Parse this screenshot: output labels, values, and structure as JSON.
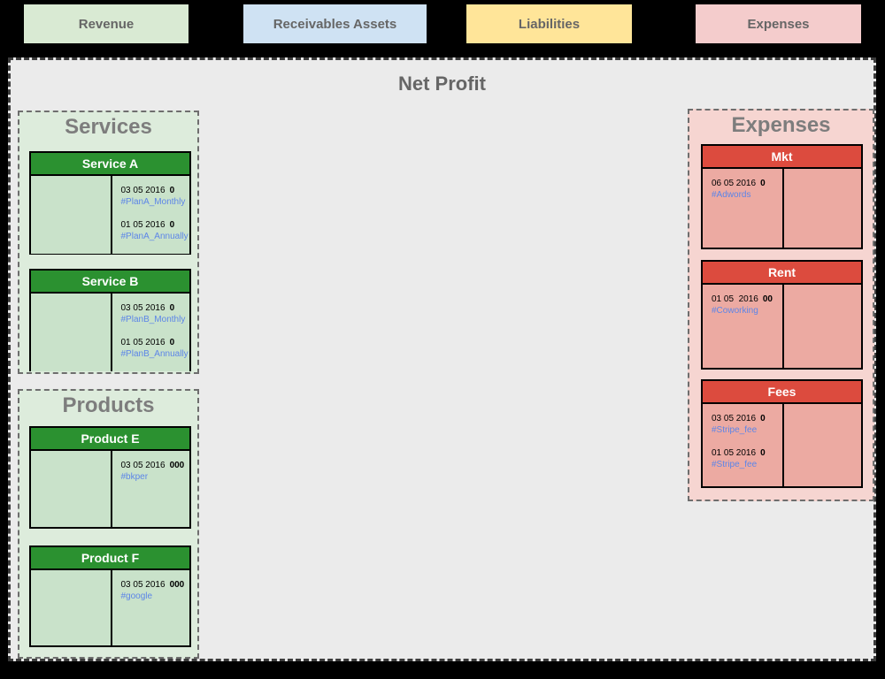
{
  "legend": {
    "items": [
      {
        "label": "Revenue",
        "color": "#d9ead3"
      },
      {
        "label": "Receivables Assets",
        "color": "#cfe2f3"
      },
      {
        "label": "Liabilities",
        "color": "#ffe599"
      },
      {
        "label": "Expenses",
        "color": "#f4cccc"
      }
    ]
  },
  "net_profit": {
    "title": "Net Profit"
  },
  "sections": {
    "services": {
      "title": "Services",
      "accounts": [
        {
          "title": "Service A",
          "side": "credit-right",
          "entries": [
            {
              "date": "03 05 2016",
              "amount": "0",
              "tag": "#PlanA_Monthly"
            },
            {
              "date": "01 05 2016",
              "amount": "0",
              "tag": "#PlanA_Annually"
            }
          ]
        },
        {
          "title": "Service B",
          "side": "credit-right",
          "entries": [
            {
              "date": "03 05 2016",
              "amount": "0",
              "tag": "#PlanB_Monthly"
            },
            {
              "date": "01 05 2016",
              "amount": "0",
              "tag": "#PlanB_Annually"
            }
          ]
        }
      ]
    },
    "products": {
      "title": "Products",
      "accounts": [
        {
          "title": "Product E",
          "side": "credit-right",
          "entries": [
            {
              "date": "03 05 2016",
              "amount": "000",
              "tag": "#bkper"
            }
          ]
        },
        {
          "title": "Product F",
          "side": "credit-right",
          "entries": [
            {
              "date": "03 05 2016",
              "amount": "000",
              "tag": "#google"
            }
          ]
        }
      ]
    },
    "expenses": {
      "title": "Expenses",
      "accounts": [
        {
          "title": "Mkt",
          "side": "debit-left",
          "entries": [
            {
              "date": "06 05 2016",
              "amount": "0",
              "tag": "#Adwords"
            }
          ]
        },
        {
          "title": "Rent",
          "side": "debit-left",
          "entries": [
            {
              "date": "01 05  2016",
              "amount": "00",
              "tag": "#Coworking"
            }
          ]
        },
        {
          "title": "Fees",
          "side": "debit-left",
          "entries": [
            {
              "date": "03 05 2016",
              "amount": "0",
              "tag": "#Stripe_fee"
            },
            {
              "date": "01 05 2016",
              "amount": "0",
              "tag": "#Stripe_fee"
            }
          ]
        }
      ]
    }
  },
  "colors": {
    "canvas_background": "#000000",
    "net_profit_background": "#ebebeb",
    "revenue_section_background": "#ddecdc",
    "revenue_card_body": "#c9e2ca",
    "revenue_card_header": "#2b9130",
    "expense_section_background": "#f6d5d1",
    "expense_card_body": "#ecaaa2",
    "expense_card_header": "#dc4b3e",
    "tag_link_blue": "#5c85e8",
    "title_gray": "#666666"
  }
}
